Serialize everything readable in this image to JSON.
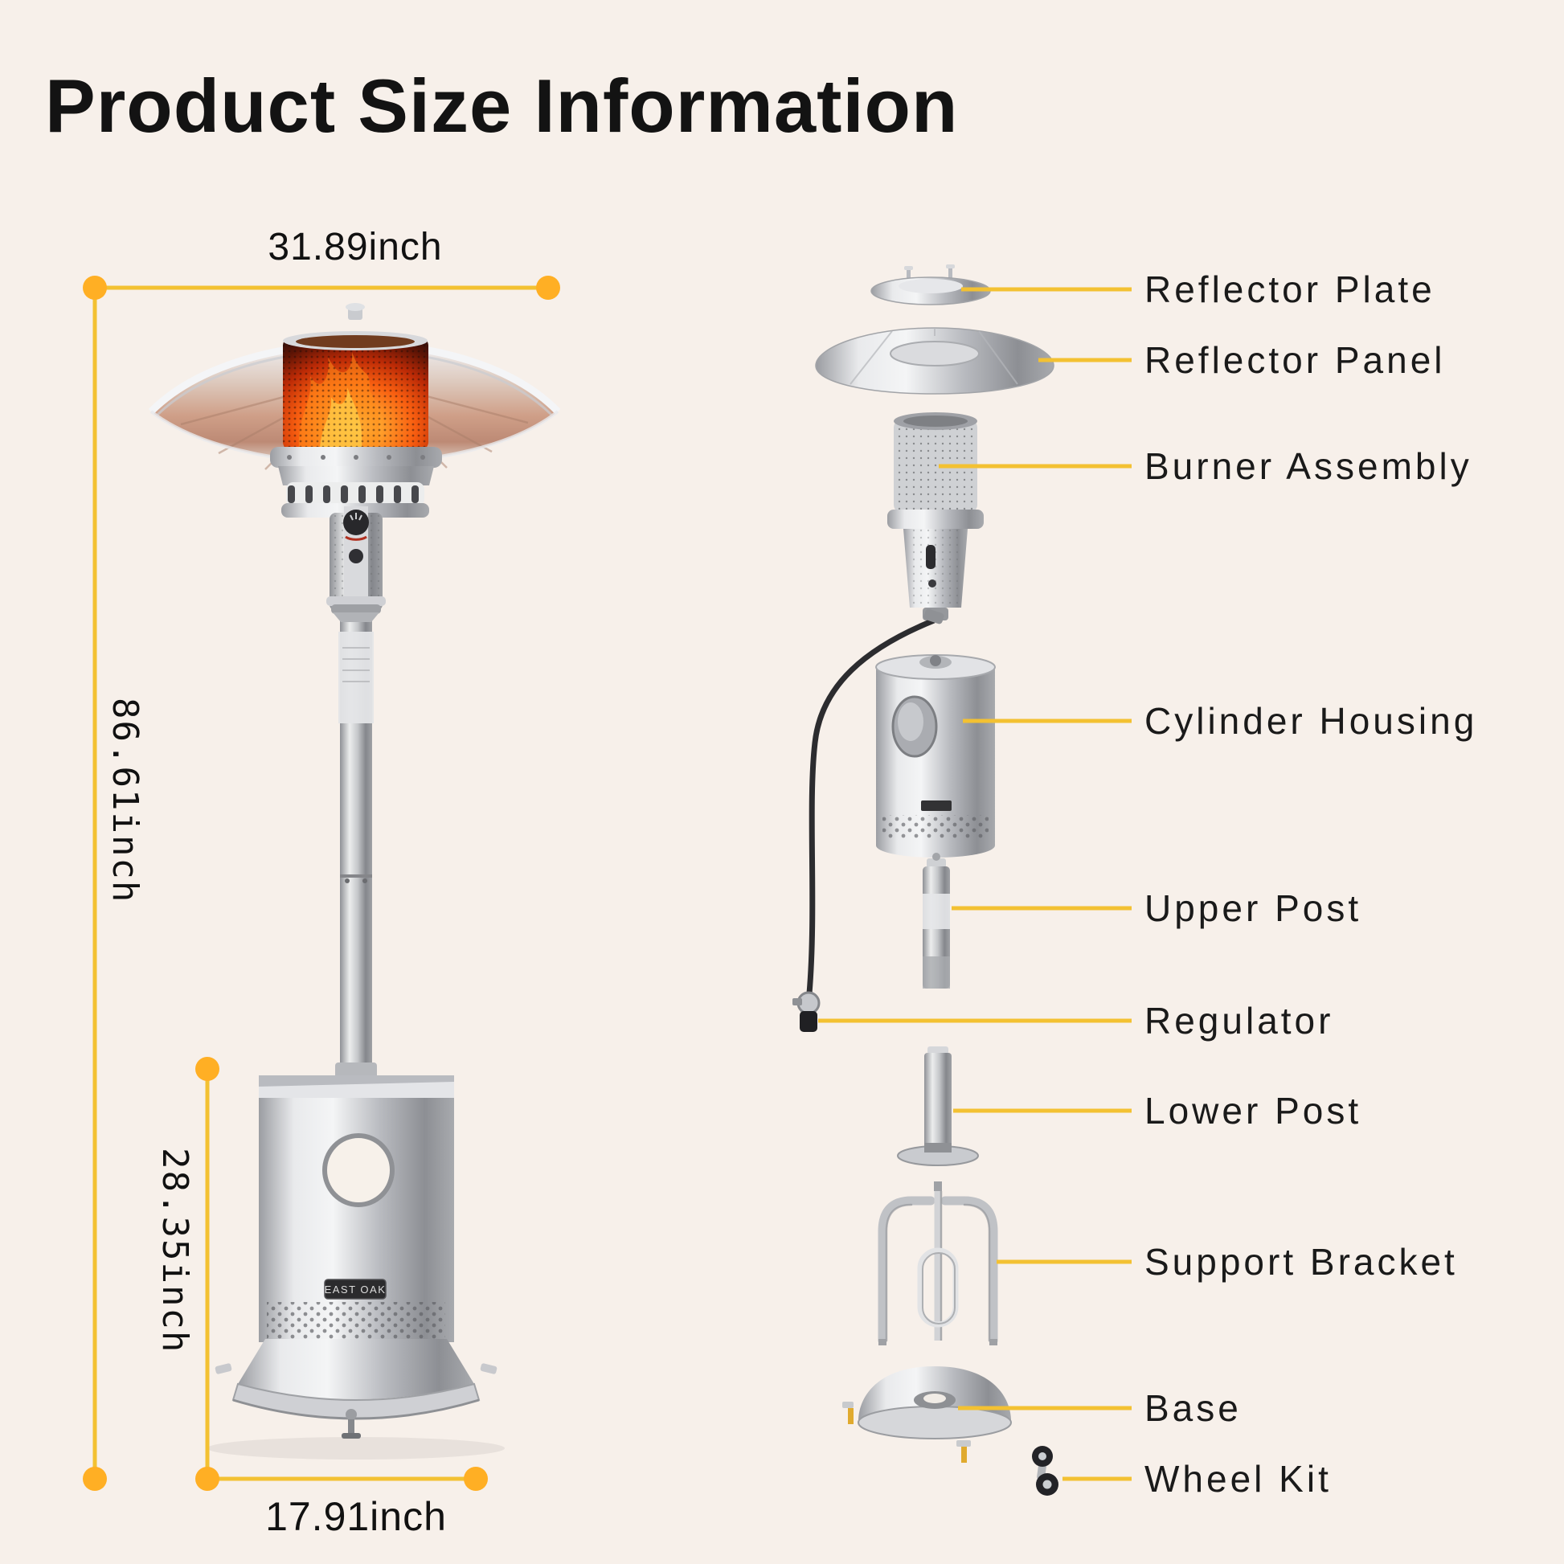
{
  "title": "Product Size Information",
  "brand_badge": "EAST OAK",
  "dimensions": {
    "top_width": "31.89inch",
    "total_height": "86.61inch",
    "housing_height": "28.35inch",
    "base_width": "17.91inch"
  },
  "parts": [
    {
      "label": "Reflector Plate"
    },
    {
      "label": "Reflector Panel"
    },
    {
      "label": "Burner Assembly"
    },
    {
      "label": "Cylinder Housing"
    },
    {
      "label": "Upper Post"
    },
    {
      "label": "Regulator"
    },
    {
      "label": "Lower Post"
    },
    {
      "label": "Support Bracket"
    },
    {
      "label": "Base"
    },
    {
      "label": "Wheel Kit"
    }
  ],
  "colors": {
    "background": "#f7f0ea",
    "accent_line": "#f3c132",
    "accent_dot": "#ffaf24",
    "text": "#141414"
  }
}
